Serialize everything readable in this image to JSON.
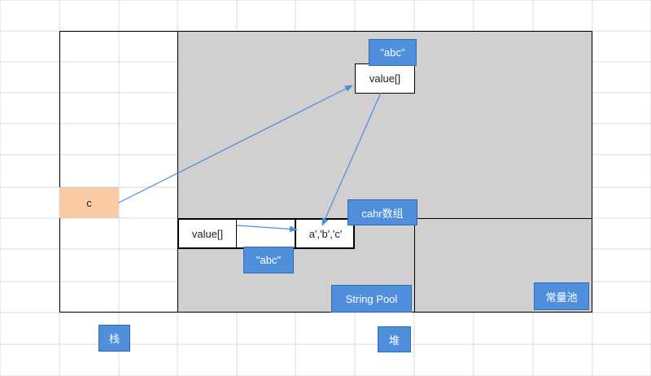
{
  "colors": {
    "heap": "#d1cfd0",
    "stack_cell": "#f8caa6",
    "label_fill": "#4f8fdc",
    "arrow": "#4a90d9",
    "grid": "#d9d9d9"
  },
  "stack": {
    "var_name": "c",
    "label": "栈"
  },
  "heap": {
    "label": "堆",
    "object_label": "\"abc\"",
    "object_field": "value[]"
  },
  "string_pool": {
    "label": "String Pool",
    "array_label": "cahr数组",
    "object_field": "value[]",
    "chars": "a','b','c'",
    "object_label": "\"abc\""
  },
  "constant_pool": {
    "label": "常量池"
  }
}
